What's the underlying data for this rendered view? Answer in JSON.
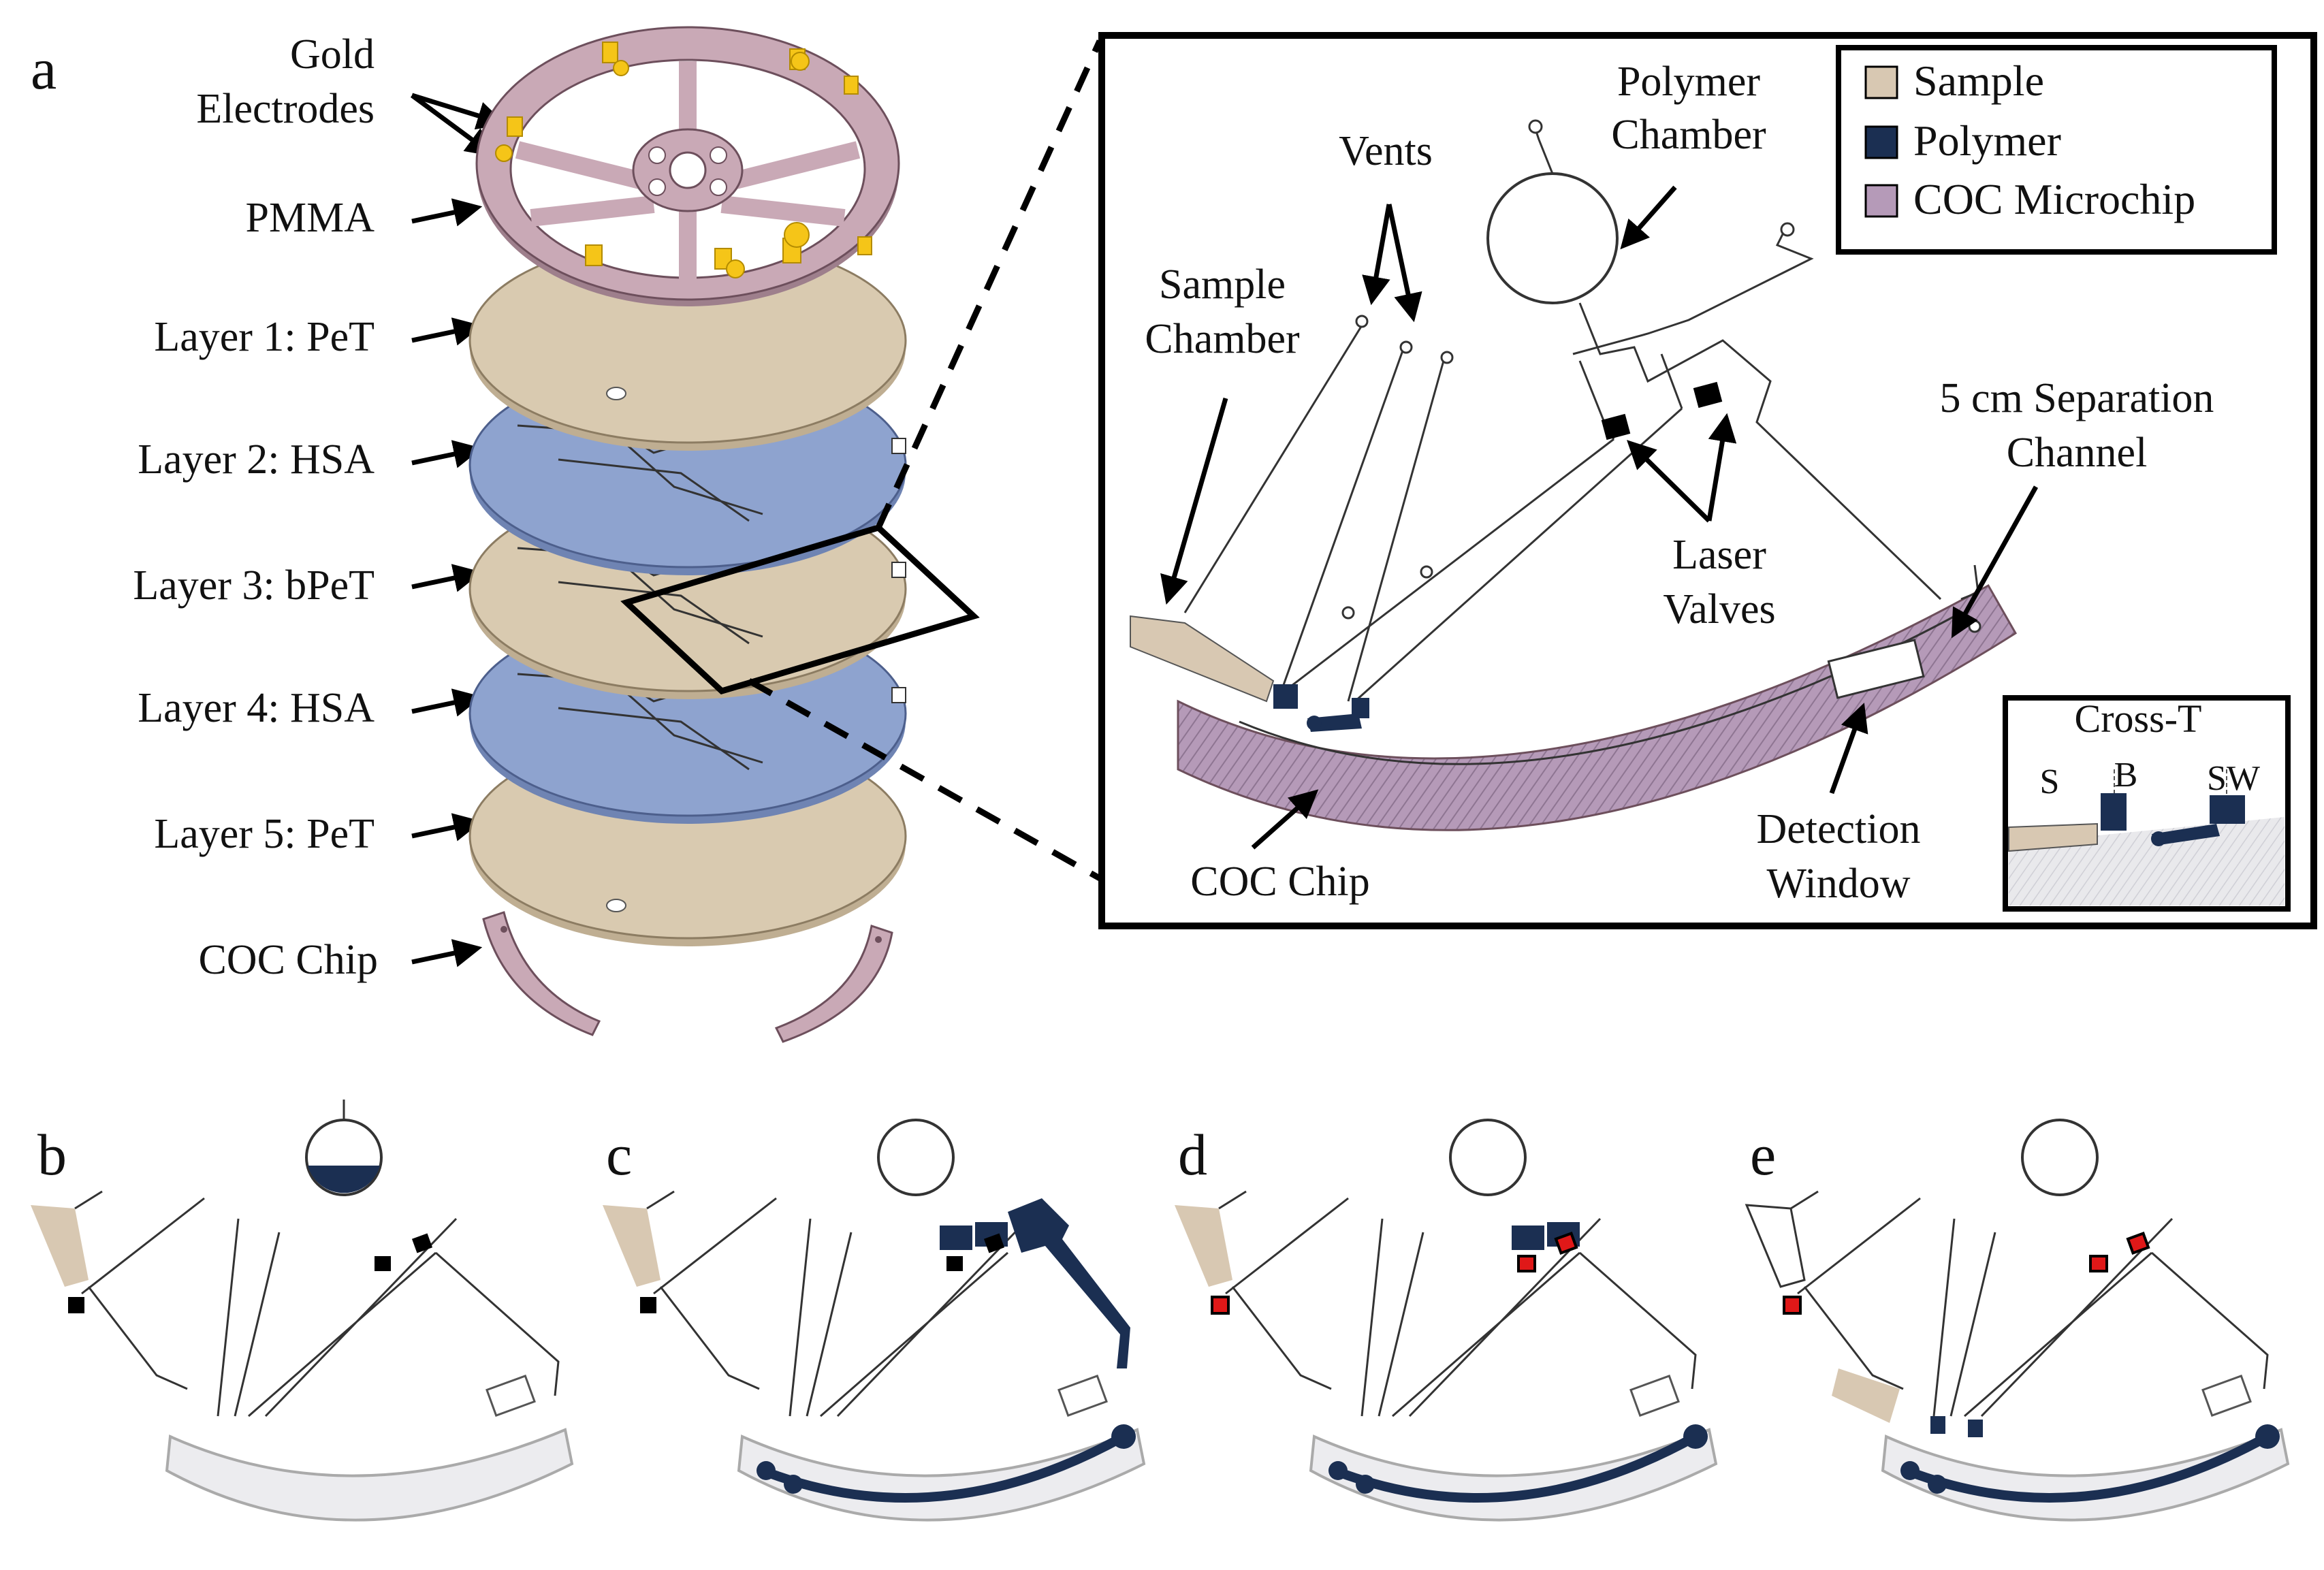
{
  "panel_labels": [
    "a",
    "b",
    "c",
    "d",
    "e"
  ],
  "stack_labels": {
    "gold": [
      "Gold",
      "Electrodes"
    ],
    "pmma": "PMMA",
    "layer1": "Layer 1: PeT",
    "layer2": "Layer 2: HSA",
    "layer3": "Layer 3: bPeT",
    "layer4": "Layer 4: HSA",
    "layer5": "Layer 5: PeT",
    "coc": "COC Chip"
  },
  "inset": {
    "polymer_chamber": [
      "Polymer",
      "Chamber"
    ],
    "vents": "Vents",
    "sample_chamber": [
      "Sample",
      "Chamber"
    ],
    "separation_channel": [
      "5 cm Separation",
      "Channel"
    ],
    "laser_valves": [
      "Laser",
      "Valves"
    ],
    "coc_chip": "COC Chip",
    "detection_window": [
      "Detection",
      "Window"
    ],
    "cross_t": {
      "title": "Cross-T",
      "labels": [
        "S",
        "B",
        "SW"
      ]
    }
  },
  "legend": [
    {
      "label": "Sample",
      "color": "#d8c8b2"
    },
    {
      "label": "Polymer",
      "color": "#1b2f52"
    },
    {
      "label": "COC Microchip",
      "color": "#b59ab8"
    }
  ],
  "colors": {
    "sample": "#d8c8b2",
    "polymer": "#1b2f52",
    "coc": "#b59ab8",
    "pet_layer": "#d9cab0",
    "hsa_layer": "#8ea3cf",
    "pmma": "#c9a9b6",
    "gold": "#f5c518",
    "laser_mark": "#e01818"
  }
}
